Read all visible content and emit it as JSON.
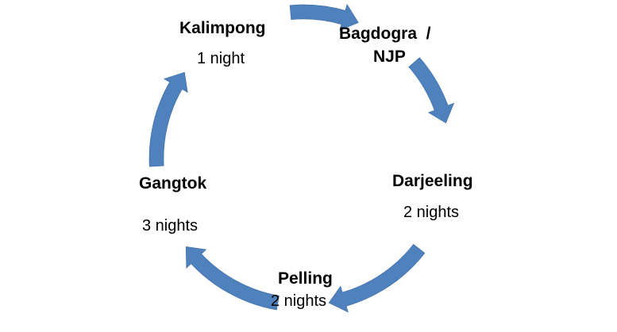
{
  "colors": {
    "arrow": "#4f81bd",
    "text": "#000000"
  },
  "nodes": {
    "kalimpong": {
      "name": "Kalimpong",
      "stay": "1 night"
    },
    "bagdogra": {
      "name_line1": "Bagdogra  /",
      "name_line2": "NJP"
    },
    "darjeeling": {
      "name": "Darjeeling",
      "stay": "2 nights"
    },
    "pelling": {
      "name": "Pelling",
      "stay": "2 nights"
    },
    "gangtok": {
      "name": "Gangtok",
      "stay": "3 nights"
    }
  }
}
